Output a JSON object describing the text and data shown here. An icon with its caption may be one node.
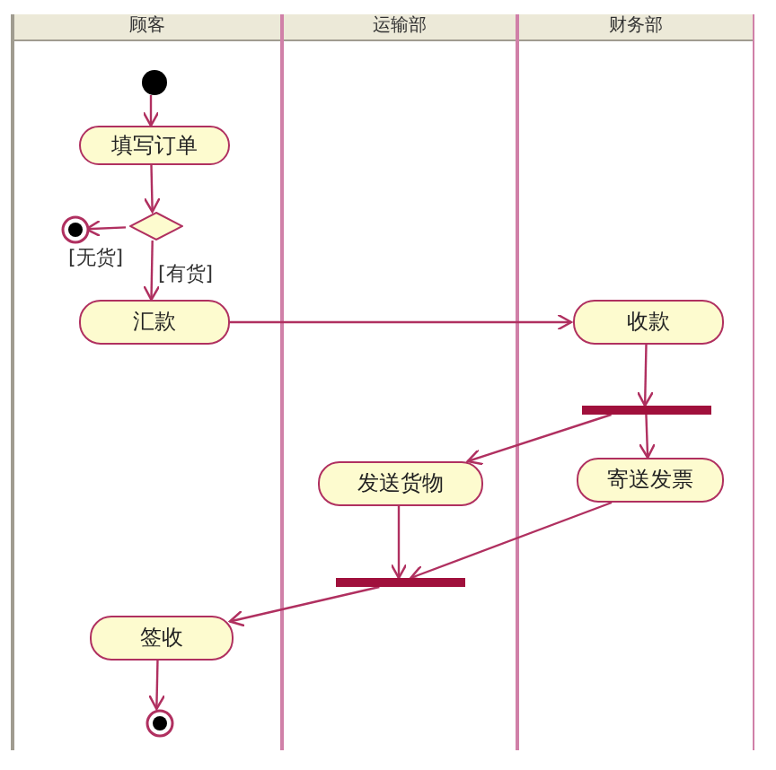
{
  "diagram": {
    "nodes": [
      {
        "text": [
          "顾客"
        ]
      },
      {
        "text": [
          "运输部"
        ]
      },
      {
        "text": [
          "财务部"
        ]
      },
      {
        "text": [],
        "shape": "circle",
        "in": 0
      },
      {
        "text": [
          "填写订单"
        ],
        "in": 0
      },
      {
        "text": [],
        "shape": "diamond",
        "in": 0
      },
      {
        "text": [],
        "shape": "circle",
        "in": 0
      },
      {
        "text": [
          "汇款"
        ],
        "in": 0
      },
      {
        "text": [
          "收款"
        ],
        "in": 2
      },
      {
        "text": [],
        "shape": "bar",
        "in": 2
      },
      {
        "text": [
          "发送货物"
        ],
        "in": 1
      },
      {
        "text": [
          "寄送发票"
        ],
        "in": 2
      },
      {
        "text": [],
        "shape": "bar",
        "in": 1
      },
      {
        "text": [
          "签收"
        ],
        "in": 0
      },
      {
        "text": [],
        "shape": "circle",
        "in": 0
      }
    ],
    "edges": [
      {
        "from": 3,
        "to": 4,
        "arrow": "to"
      },
      {
        "from": 4,
        "to": 5,
        "arrow": "to"
      },
      {
        "from": 5,
        "to": 6,
        "arrow": "to",
        "label": "[无货]"
      },
      {
        "from": 5,
        "to": 7,
        "arrow": "to",
        "label": "[有货]"
      },
      {
        "from": 7,
        "to": 8,
        "arrow": "to"
      },
      {
        "from": 8,
        "to": 9,
        "arrow": "to"
      },
      {
        "from": 9,
        "to": 10,
        "arrow": "to"
      },
      {
        "from": 9,
        "to": 11,
        "arrow": "to"
      },
      {
        "from": 10,
        "to": 12,
        "arrow": "to"
      },
      {
        "from": 11,
        "to": 12,
        "arrow": "to"
      },
      {
        "from": 12,
        "to": 13,
        "arrow": "to"
      },
      {
        "from": 13,
        "to": 14,
        "arrow": "to"
      }
    ]
  }
}
